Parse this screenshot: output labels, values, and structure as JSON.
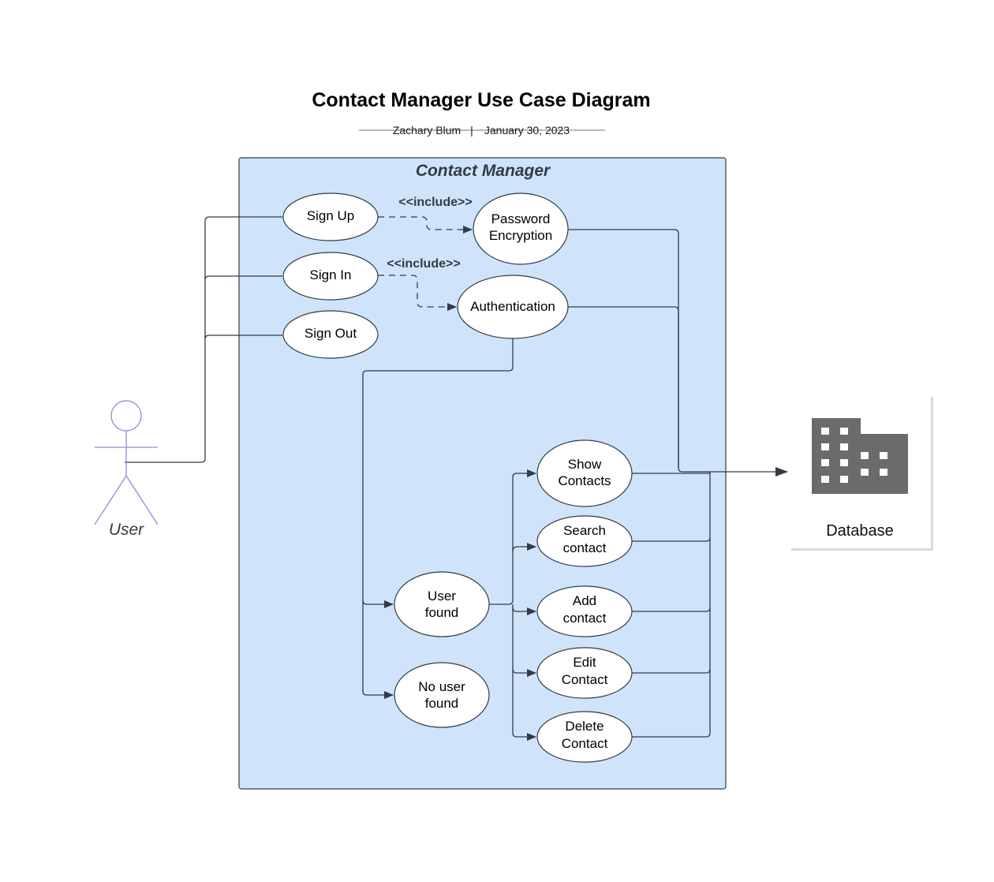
{
  "title": "Contact Manager Use Case Diagram",
  "subtitle": {
    "author": "Zachary Blum",
    "separator": "|",
    "date": "January 30, 2023"
  },
  "system": {
    "label": "Contact Manager",
    "fill_color": "#cfe4fb",
    "border_color": "#333b45"
  },
  "actor": {
    "label": "User",
    "color": "#8c8ce6"
  },
  "database": {
    "label": "Database",
    "icon": "building-icon",
    "icon_color": "#6b6b6b"
  },
  "include_label": "<<include>>",
  "use_cases": {
    "sign_up": [
      "Sign Up"
    ],
    "sign_in": [
      "Sign In"
    ],
    "sign_out": [
      "Sign Out"
    ],
    "password_encryption": [
      "Password",
      "Encryption"
    ],
    "authentication": [
      "Authentication"
    ],
    "user_found": [
      "User",
      "found"
    ],
    "no_user_found": [
      "No user",
      "found"
    ],
    "show_contacts": [
      "Show",
      "Contacts"
    ],
    "search_contact": [
      "Search",
      "contact"
    ],
    "add_contact": [
      "Add",
      "contact"
    ],
    "edit_contact": [
      "Edit",
      "Contact"
    ],
    "delete_contact": [
      "Delete",
      "Contact"
    ]
  }
}
